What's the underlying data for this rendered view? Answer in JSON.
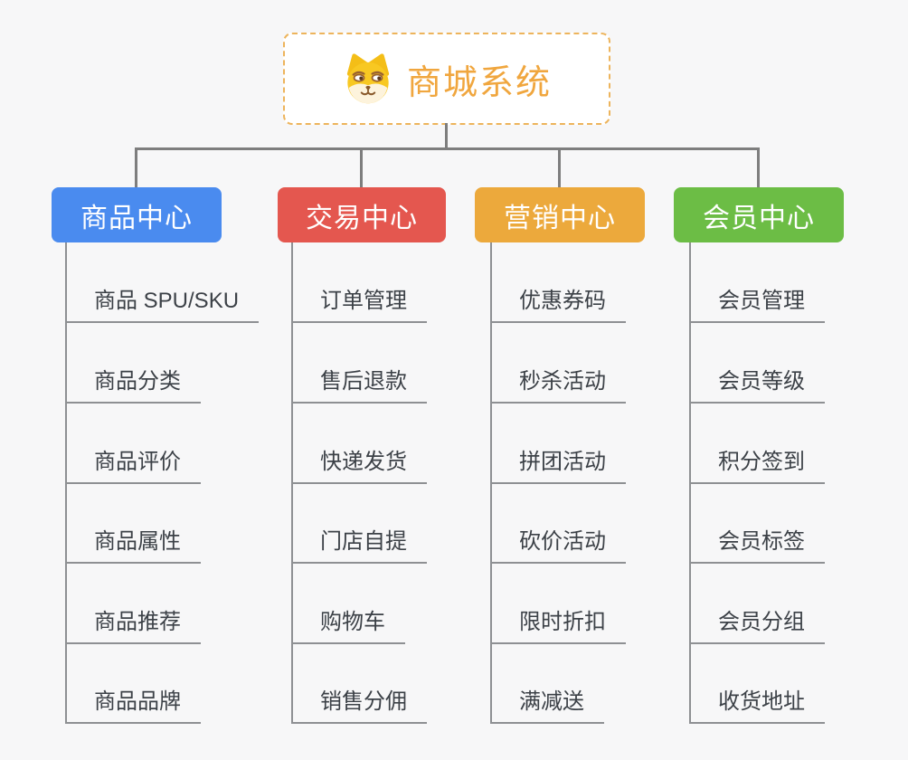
{
  "root": {
    "title": "商城系统",
    "icon": "doge-face-icon"
  },
  "branches": [
    {
      "label": "商品中心",
      "color": "#4a8bef",
      "items": [
        "商品 SPU/SKU",
        "商品分类",
        "商品评价",
        "商品属性",
        "商品推荐",
        "商品品牌"
      ]
    },
    {
      "label": "交易中心",
      "color": "#e4574f",
      "items": [
        "订单管理",
        "售后退款",
        "快递发货",
        "门店自提",
        "购物车",
        "销售分佣"
      ]
    },
    {
      "label": "营销中心",
      "color": "#eca93c",
      "items": [
        "优惠券码",
        "秒杀活动",
        "拼团活动",
        "砍价活动",
        "限时折扣",
        "满减送"
      ]
    },
    {
      "label": "会员中心",
      "color": "#6cbd45",
      "items": [
        "会员管理",
        "会员等级",
        "积分签到",
        "会员标签",
        "会员分组",
        "收货地址"
      ]
    }
  ],
  "palette": {
    "background": "#f7f7f8",
    "root_text": "#f0a63e",
    "root_border": "#edb45c",
    "connector": "#7e7e7e",
    "subtree_line": "#8e9093",
    "subtopic_text": "#3c4147"
  }
}
